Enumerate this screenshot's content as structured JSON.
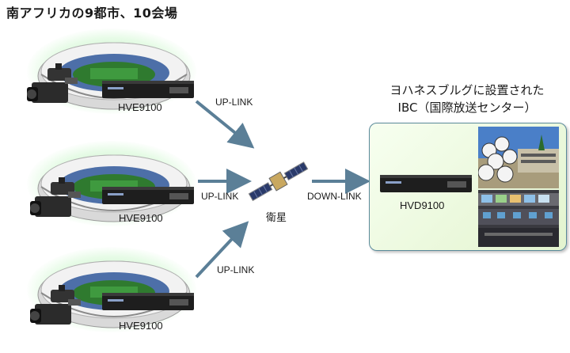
{
  "title": "南アフリカの9都市、10会場",
  "venues": [
    {
      "encoder_label": "HVE9100",
      "uplink_label": "UP-LINK"
    },
    {
      "encoder_label": "HVE9100",
      "uplink_label": "UP-LINK"
    },
    {
      "encoder_label": "HVE9100",
      "uplink_label": "UP-LINK"
    }
  ],
  "satellite": {
    "label": "衛星"
  },
  "downlink": {
    "label": "DOWN-LINK"
  },
  "ibc": {
    "title_line1": "ヨハネスブルグに設置された",
    "title_line2": "IBC（国際放送センター）",
    "decoder_label": "HVD9100"
  },
  "colors": {
    "arrow": "#5b7f97",
    "glow": "#8ee88e",
    "ibc_bg": "#e6f5d5",
    "ibc_border": "#5a8a9a"
  }
}
